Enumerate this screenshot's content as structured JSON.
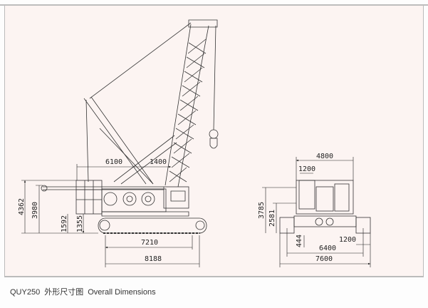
{
  "caption": {
    "model": "QUY250",
    "title_cn": "外形尺寸图",
    "title_en": "Overall Dimensions"
  },
  "side_view": {
    "dims": {
      "height_total": "4362",
      "height_jib": "3980",
      "cw_clearance": "1592",
      "body_clearance": "1355",
      "track_length": "7210",
      "total_length": "8188",
      "mast_offset": "6100",
      "boom_offset": "1400"
    }
  },
  "front_view": {
    "dims": {
      "width_body": "4800",
      "cab_width": "1200",
      "height_total": "3785",
      "height_body": "2581",
      "ground_clearance": "444",
      "track_width": "1200",
      "track_gauge": "6400",
      "total_width": "7600"
    }
  }
}
